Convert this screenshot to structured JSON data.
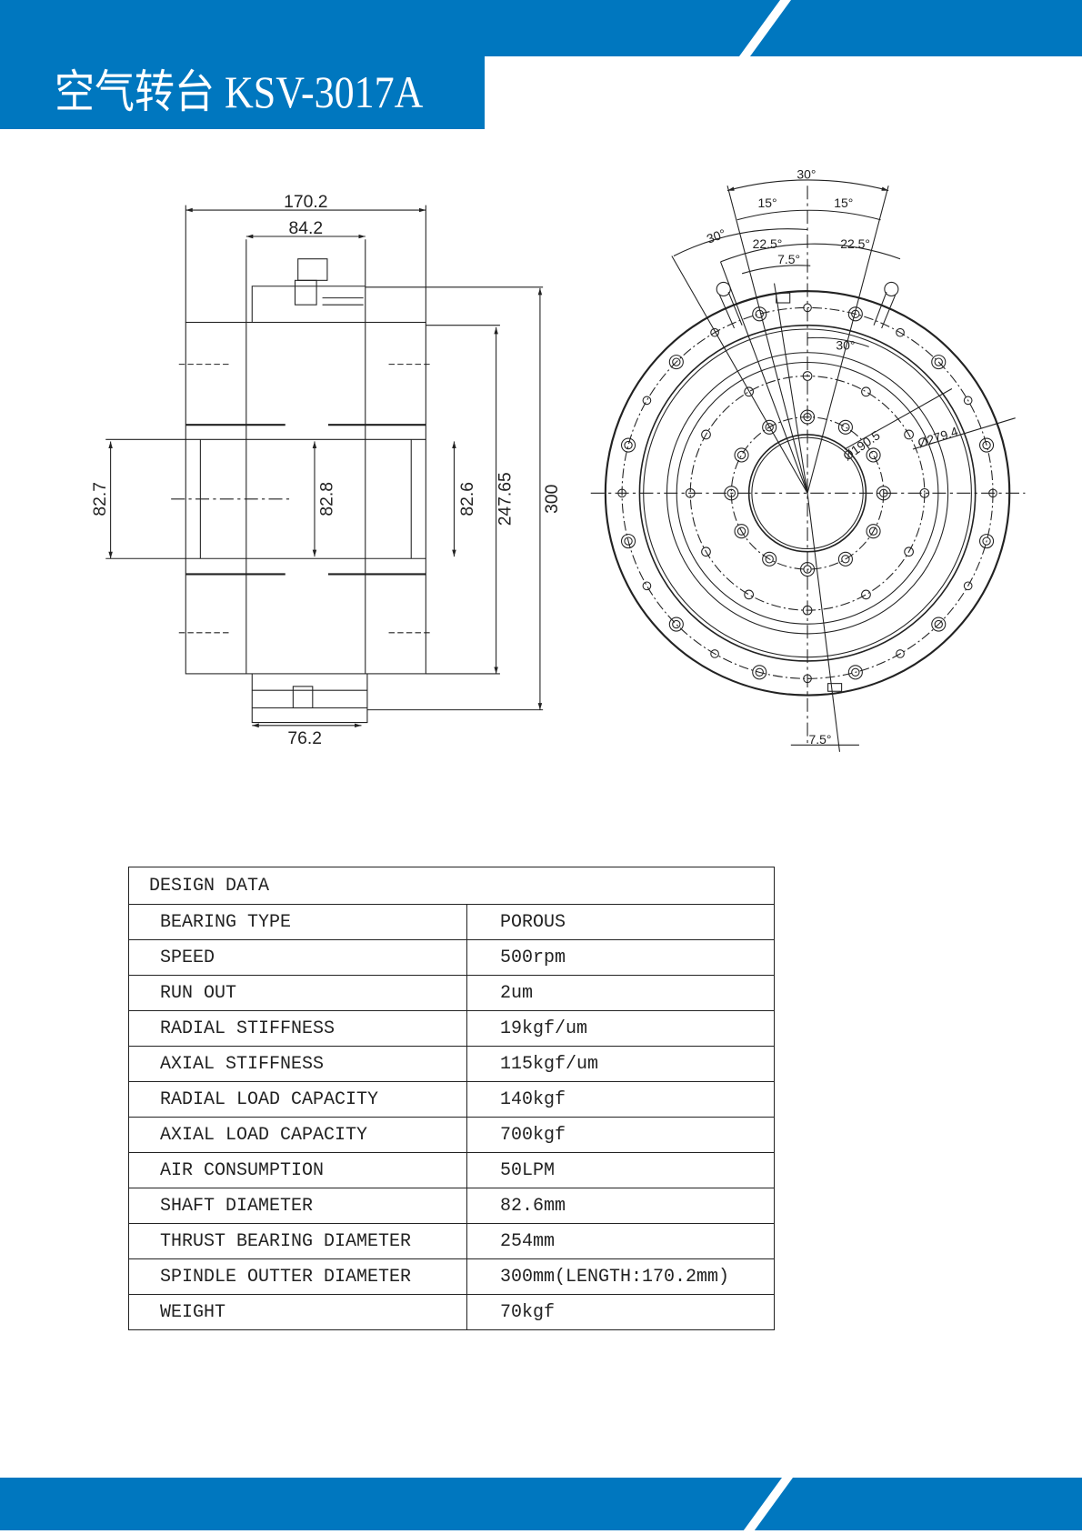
{
  "header": {
    "title": "空气转台 KSV-3017A",
    "brand_color": "#0077bf"
  },
  "drawing": {
    "side_view": {
      "dim_total_width": "170.2",
      "dim_top_width": "84.2",
      "dim_bottom_width": "76.2",
      "dim_left_bore": "82.7",
      "dim_center_bore": "82.8",
      "dim_right_bore": "82.6",
      "dim_body_height": "247.65",
      "dim_total_height": "300"
    },
    "top_view": {
      "angle_top": "30°",
      "angle_left_15": "15°",
      "angle_right_15": "15°",
      "angle_left_30": "30°",
      "angle_left_22_5": "22.5°",
      "angle_right_22_5": "22.5°",
      "angle_7_5_top": "7.5°",
      "angle_inner_30": "30°",
      "dia_190_5": "Ø190.5",
      "dia_279_4": "Ø279.4",
      "angle_7_5_bottom": "7.5°"
    }
  },
  "design_data": {
    "title": "DESIGN DATA",
    "rows": [
      {
        "label": "BEARING TYPE",
        "value": "POROUS"
      },
      {
        "label": "SPEED",
        "value": "500rpm"
      },
      {
        "label": "RUN OUT",
        "value": "2um"
      },
      {
        "label": "RADIAL STIFFNESS",
        "value": "19kgf/um"
      },
      {
        "label": "AXIAL STIFFNESS",
        "value": "115kgf/um"
      },
      {
        "label": "RADIAL LOAD CAPACITY",
        "value": "140kgf"
      },
      {
        "label": "AXIAL LOAD CAPACITY",
        "value": "700kgf"
      },
      {
        "label": "AIR CONSUMPTION",
        "value": "50LPM"
      },
      {
        "label": "SHAFT DIAMETER",
        "value": "82.6mm"
      },
      {
        "label": "THRUST BEARING DIAMETER",
        "value": "254mm"
      },
      {
        "label": "SPINDLE OUTTER DIAMETER",
        "value": "300mm(LENGTH:170.2mm)"
      },
      {
        "label": "WEIGHT",
        "value": "70kgf"
      }
    ]
  }
}
